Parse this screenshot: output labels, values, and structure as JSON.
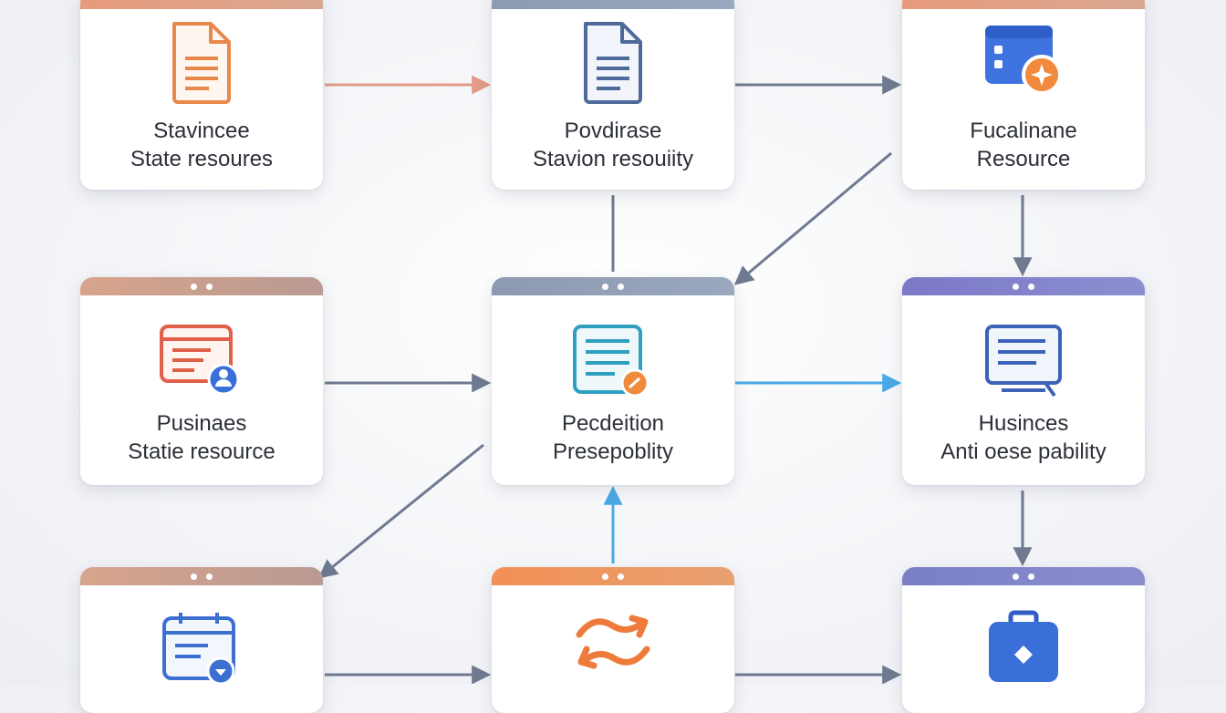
{
  "colors": {
    "arrow_gray": "#6f7a90",
    "arrow_orange": "#e39a86",
    "arrow_blue": "#49a9e6",
    "accent_orange": "#f08a3c",
    "accent_blue": "#3b6fd8"
  },
  "nodes": [
    {
      "id": "c1",
      "icon": "document-icon",
      "lines": [
        "Stavincee",
        "State resoures"
      ]
    },
    {
      "id": "c2",
      "icon": "document-icon",
      "lines": [
        "Povdirase",
        "Stavion resouiity"
      ]
    },
    {
      "id": "c3",
      "icon": "calendar-star-icon",
      "lines": [
        "Fucalinane",
        "Resource"
      ]
    },
    {
      "id": "c4",
      "icon": "browser-user-icon",
      "lines": [
        "Pusinaes",
        "Statie resource"
      ]
    },
    {
      "id": "c5",
      "icon": "document-edit-icon",
      "lines": [
        "Pecdeition",
        "Presepoblity"
      ]
    },
    {
      "id": "c6",
      "icon": "monitor-icon",
      "lines": [
        "Husinces",
        "Anti oese pability"
      ]
    },
    {
      "id": "c7",
      "icon": "calendar-download-icon",
      "lines": []
    },
    {
      "id": "c8",
      "icon": "sync-icon",
      "lines": []
    },
    {
      "id": "c9",
      "icon": "briefcase-icon",
      "lines": []
    }
  ]
}
